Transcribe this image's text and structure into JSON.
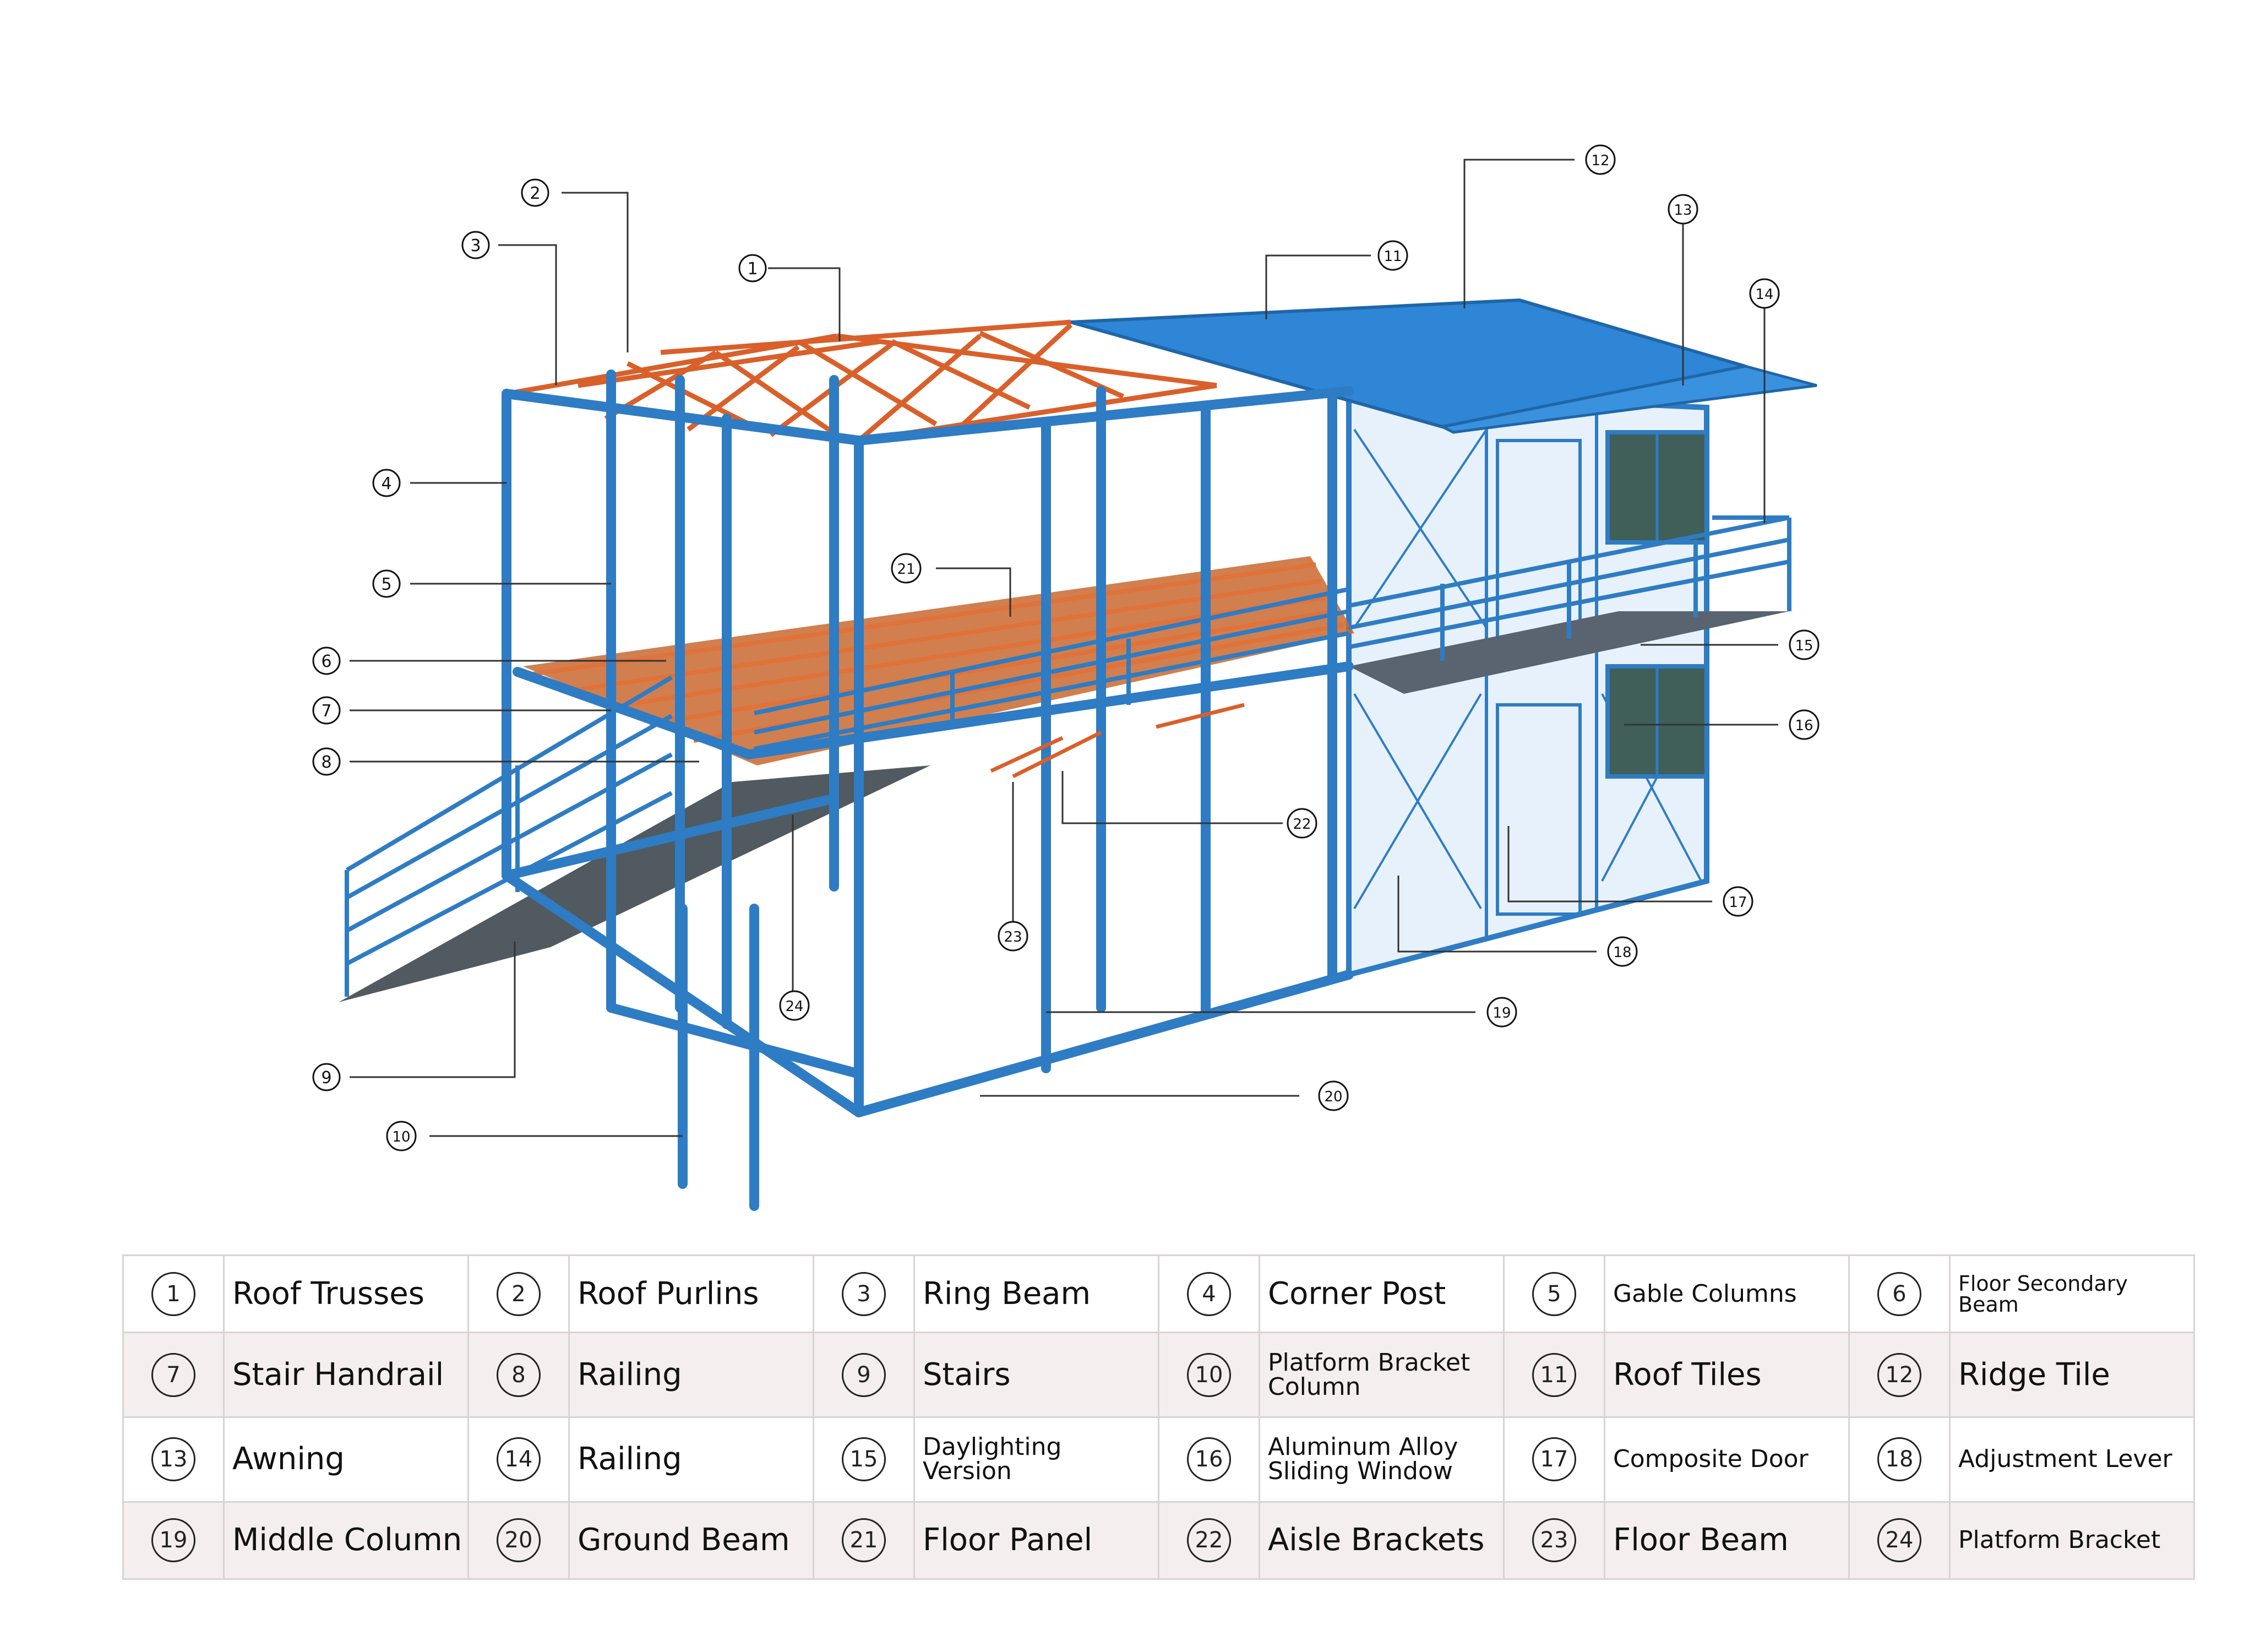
{
  "callouts": [
    "1",
    "2",
    "3",
    "4",
    "5",
    "6",
    "7",
    "8",
    "9",
    "10",
    "11",
    "12",
    "13",
    "14",
    "15",
    "16",
    "17",
    "18",
    "19",
    "20",
    "21",
    "22",
    "23",
    "24"
  ],
  "legend": [
    [
      {
        "num": "1",
        "label": "Roof Trusses"
      },
      {
        "num": "2",
        "label": "Roof Purlins"
      },
      {
        "num": "3",
        "label": "Ring Beam"
      },
      {
        "num": "4",
        "label": "Corner Post"
      },
      {
        "num": "5",
        "label": "Gable Columns"
      },
      {
        "num": "6",
        "label": "Floor Secondary Beam"
      }
    ],
    [
      {
        "num": "7",
        "label": "Stair Handrail"
      },
      {
        "num": "8",
        "label": "Railing"
      },
      {
        "num": "9",
        "label": "Stairs"
      },
      {
        "num": "10",
        "label": "Platform Bracket Column"
      },
      {
        "num": "11",
        "label": "Roof Tiles"
      },
      {
        "num": "12",
        "label": "Ridge Tile"
      }
    ],
    [
      {
        "num": "13",
        "label": "Awning"
      },
      {
        "num": "14",
        "label": "Railing"
      },
      {
        "num": "15",
        "label": "Daylighting Version"
      },
      {
        "num": "16",
        "label": "Aluminum Alloy Sliding Window"
      },
      {
        "num": "17",
        "label": "Composite Door"
      },
      {
        "num": "18",
        "label": "Adjustment Lever"
      }
    ],
    [
      {
        "num": "19",
        "label": "Middle Column"
      },
      {
        "num": "20",
        "label": "Ground Beam"
      },
      {
        "num": "21",
        "label": "Floor Panel"
      },
      {
        "num": "22",
        "label": "Aisle Brackets"
      },
      {
        "num": "23",
        "label": "Floor Beam"
      },
      {
        "num": "24",
        "label": "Platform Bracket"
      }
    ]
  ],
  "colors": {
    "steel_blue": "#2e7cc4",
    "truss_orange": "#d9602a",
    "roof_blue": "#2f86d6",
    "walkway_gray": "#505a60",
    "wall_light": "#e7f1fb",
    "leader_line": "#333333"
  }
}
